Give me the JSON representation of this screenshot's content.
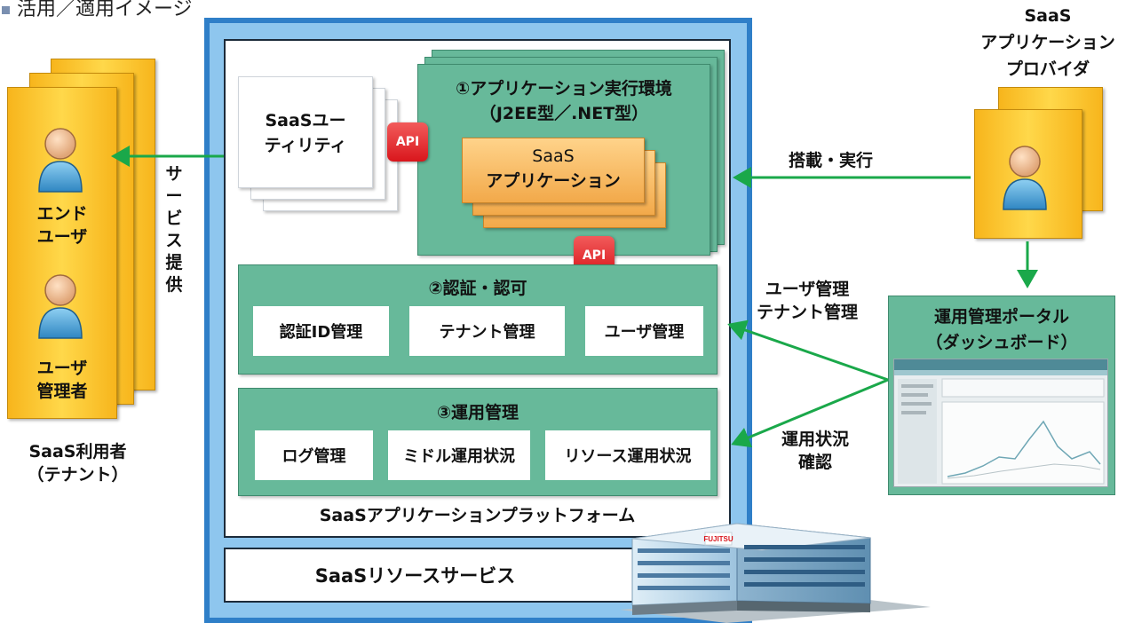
{
  "heading": "活用／適用イメージ",
  "platform": {
    "label": "SaaSアプリケーションプラットフォーム",
    "resource_service": "SaaSリソースサービス",
    "utility": [
      "SaaSユー",
      "ティリティ"
    ],
    "api_label": "API",
    "runtime": {
      "title": "①アプリケーション実行環境",
      "subtitle": "（J2EE型／.NET型）",
      "app_line1": "SaaS",
      "app_line2": "アプリケーション"
    },
    "auth": {
      "title": "②認証・認可",
      "items": [
        "認証ID管理",
        "テナント管理",
        "ユーザ管理"
      ]
    },
    "ops": {
      "title": "③運用管理",
      "items": [
        "ログ管理",
        "ミドル運用状況",
        "リソース運用状況"
      ]
    }
  },
  "users": {
    "end_user": [
      "エンド",
      "ユーザ"
    ],
    "admin": [
      "ユーザ",
      "管理者"
    ],
    "tenant_label": [
      "SaaS利用者",
      "（テナント）"
    ],
    "service_label": [
      "サ",
      "ー",
      "ビ",
      "ス",
      "提",
      "供"
    ]
  },
  "provider": {
    "label": [
      "SaaS",
      "アプリケーション",
      "プロバイダ"
    ]
  },
  "arrows": {
    "deploy": "搭載・実行",
    "mgmt": [
      "ユーザ管理",
      "テナント管理"
    ],
    "status": [
      "運用状況",
      "確認"
    ]
  },
  "portal": {
    "title": "運用管理ポータル",
    "subtitle": "（ダッシュボード）"
  },
  "building": {
    "sign": "FUJITSU"
  },
  "colors": {
    "platform_border": "#2f7fc8",
    "platform_fill": "#8ec6ee",
    "green": "#67b99a",
    "arrow": "#1aa84a",
    "api": "#d9161c",
    "user_card": "#f7b51c"
  }
}
